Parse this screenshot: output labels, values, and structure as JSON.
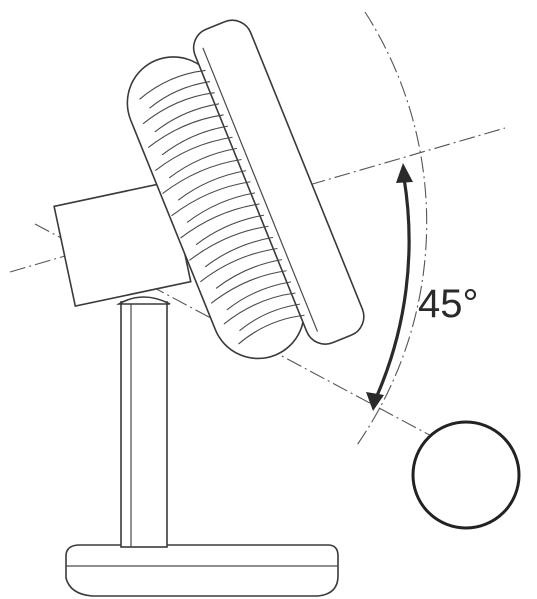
{
  "diagram": {
    "angle_label": "45°",
    "tilt_angle_degrees": 45,
    "components": [
      "base",
      "stand-column",
      "motor-housing",
      "fan-head",
      "adjustment-knob"
    ]
  }
}
